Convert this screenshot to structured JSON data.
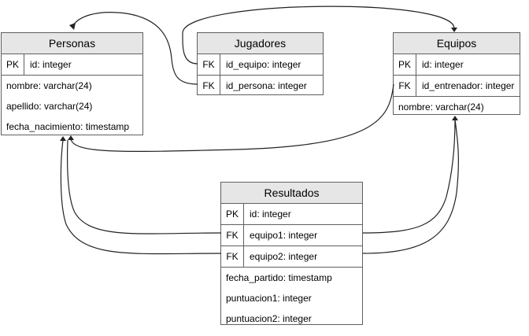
{
  "entities": {
    "personas": {
      "title": "Personas",
      "rows": [
        {
          "key": "PK",
          "field": "id: integer"
        },
        {
          "key": "",
          "field": "nombre: varchar(24)"
        },
        {
          "key": "",
          "field": "apellido: varchar(24)"
        },
        {
          "key": "",
          "field": "fecha_nacimiento: timestamp"
        }
      ]
    },
    "jugadores": {
      "title": "Jugadores",
      "rows": [
        {
          "key": "FK",
          "field": "id_equipo: integer"
        },
        {
          "key": "FK",
          "field": "id_persona: integer"
        }
      ]
    },
    "equipos": {
      "title": "Equipos",
      "rows": [
        {
          "key": "PK",
          "field": "id: integer"
        },
        {
          "key": "FK",
          "field": "id_entrenador: integer"
        },
        {
          "key": "",
          "field": "nombre: varchar(24)"
        }
      ]
    },
    "resultados": {
      "title": "Resultados",
      "rows": [
        {
          "key": "PK",
          "field": "id: integer"
        },
        {
          "key": "FK",
          "field": "equipo1: integer"
        },
        {
          "key": "FK",
          "field": "equipo2: integer"
        },
        {
          "key": "",
          "field": "fecha_partido: timestamp"
        },
        {
          "key": "",
          "field": "puntuacion1: integer"
        },
        {
          "key": "",
          "field": "puntuacion2: integer"
        }
      ]
    }
  }
}
